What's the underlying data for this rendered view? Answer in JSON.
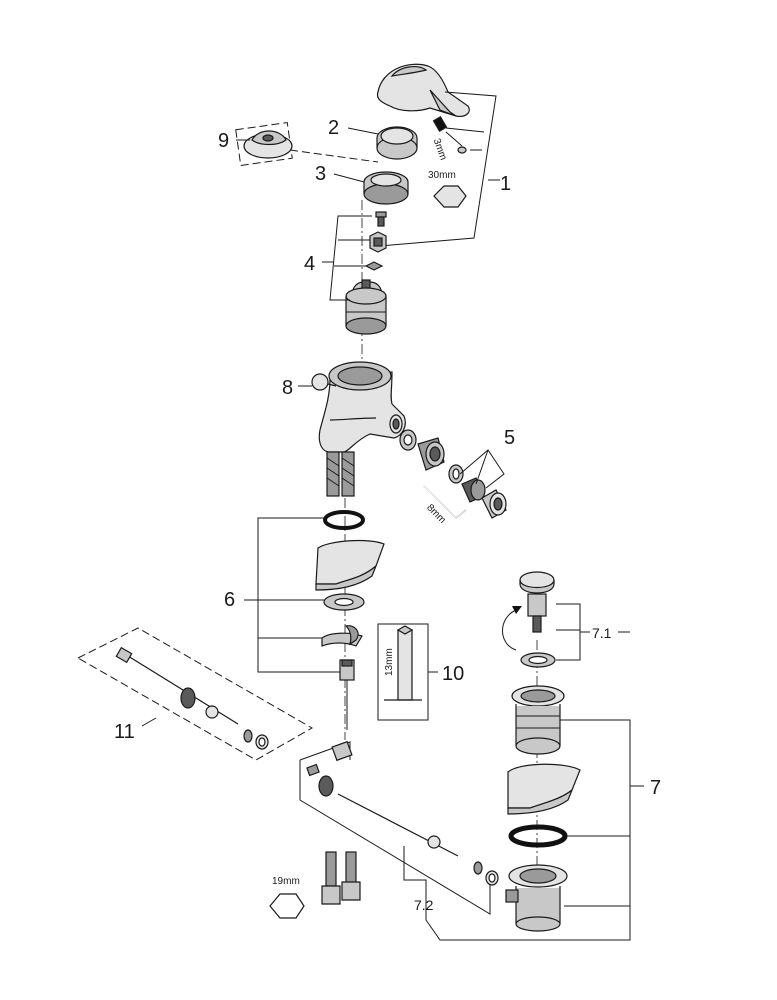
{
  "callouts": {
    "c1": "1",
    "c2": "2",
    "c3": "3",
    "c4": "4",
    "c5": "5",
    "c6": "6",
    "c7": "7",
    "c7_1": "7.1",
    "c7_2": "7.2",
    "c8": "8",
    "c9": "9",
    "c10": "10",
    "c11": "11"
  },
  "tool_sizes": {
    "hex_30": "30mm",
    "allen_3": "3mm",
    "allen_8": "8mm",
    "key_13": "13mm",
    "hex_19": "19mm"
  }
}
